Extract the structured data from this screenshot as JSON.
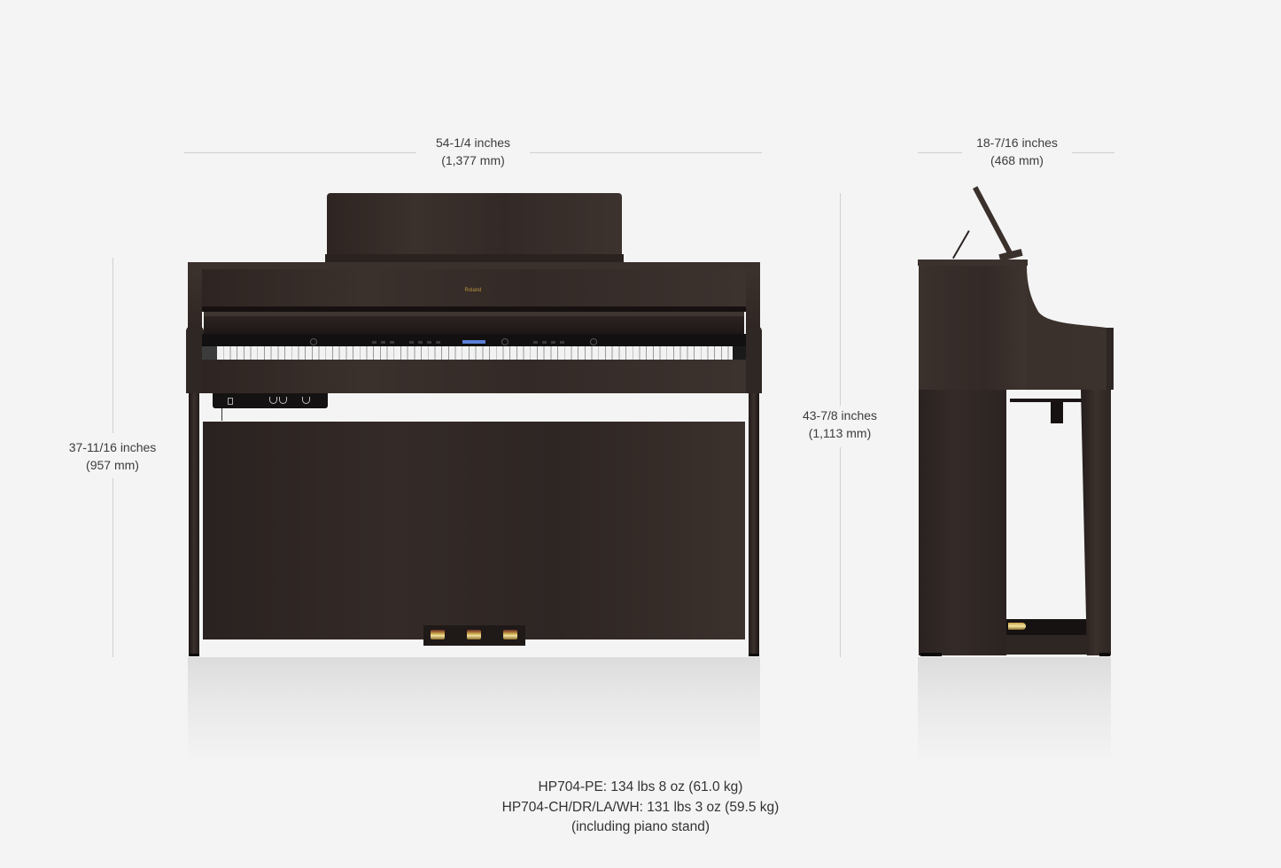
{
  "dimensions": {
    "width": {
      "inches": "54-1/4 inches",
      "mm": "(1,377 mm)"
    },
    "depth": {
      "inches": "18-7/16 inches",
      "mm": "(468 mm)"
    },
    "height_lid_closed": {
      "inches": "37-11/16 inches",
      "mm": "(957 mm)"
    },
    "height_music_rest": {
      "inches": "43-7/8 inches",
      "mm": "(1,113 mm)"
    }
  },
  "weight": {
    "line1": "HP704-PE: 134 lbs 8 oz (61.0 kg)",
    "line2": "HP704-CH/DR/LA/WH: 131 lbs 3 oz (59.5 kg)",
    "line3": "(including piano stand)"
  },
  "product": {
    "brand_logo": "Roland",
    "views": [
      "front-view",
      "side-view"
    ]
  },
  "colors": {
    "background": "#f4f4f4",
    "wood": "#332a27",
    "dimension_line": "#cfcfcf",
    "text": "#3c3c3c",
    "logo_gold": "#b8913c"
  }
}
